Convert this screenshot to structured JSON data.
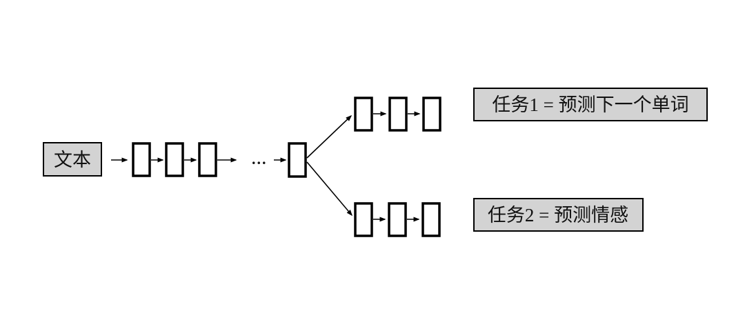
{
  "diagram": {
    "title_semantic": "multi-task RNN text model diagram",
    "input_label": "文本",
    "ellipsis": "...",
    "task1_label": "任务1 = 预测下一个单词",
    "task2_label": "任务2 = 预测情感",
    "colors": {
      "box_fill": "#d3d3d3",
      "box_border": "#000000",
      "cell_fill": "#ffffff",
      "cell_border": "#000000",
      "arrow": "#000000",
      "background": "#ffffff"
    }
  }
}
